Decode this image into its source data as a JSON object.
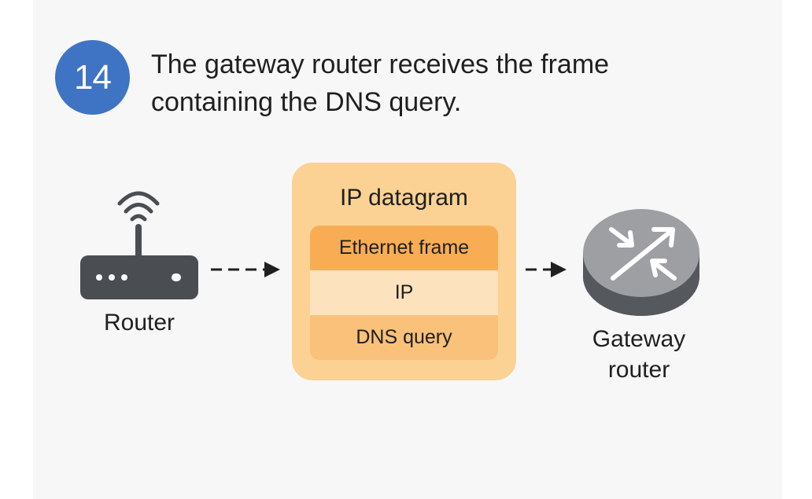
{
  "step": {
    "number": "14",
    "text": "The gateway router receives the frame containing the DNS query."
  },
  "router": {
    "label": "Router"
  },
  "datagram": {
    "title": "IP datagram",
    "layers": [
      "Ethernet frame",
      "IP",
      "DNS query"
    ]
  },
  "gateway": {
    "label_line1": "Gateway",
    "label_line2": "router"
  },
  "colors": {
    "badge": "#3f74c4",
    "datagram_bg": "#fbd294",
    "ethernet_layer": "#f8ad55",
    "ip_layer": "#fde3bd",
    "dns_layer": "#f9c179",
    "device_dark": "#4a4d52",
    "gateway_top": "#9d9fa3"
  }
}
